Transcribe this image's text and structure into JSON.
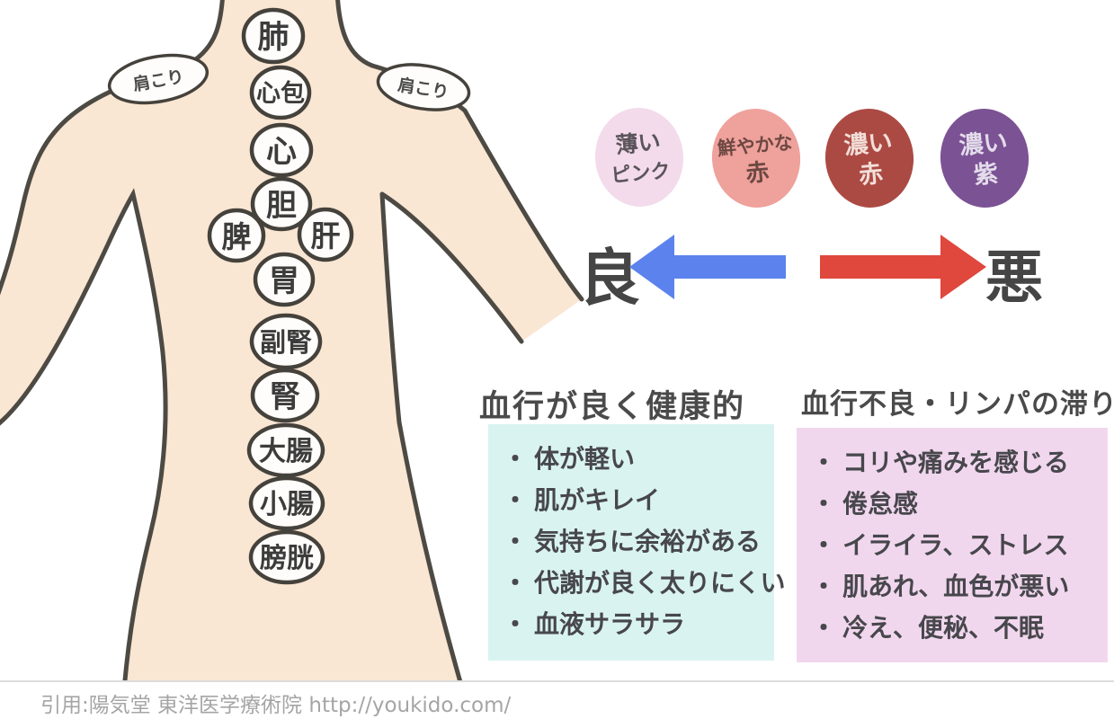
{
  "body_diagram": {
    "skin_color": "#f9e6d3",
    "outline_color": "#4d4a44",
    "shoulder_labels": [
      "肩こり",
      "肩こり"
    ],
    "organs": [
      "肺",
      "心包",
      "心",
      "胆",
      "脾",
      "肝",
      "胃",
      "副腎",
      "腎",
      "大腸",
      "小腸",
      "膀胱"
    ]
  },
  "color_scale": {
    "circles": [
      {
        "line1": "薄い",
        "line2": "ピンク",
        "fill": "#f3dbeb",
        "text_color": "#5b555b"
      },
      {
        "line1": "鮮やかな",
        "line2": "赤",
        "fill": "#efa19b",
        "text_color": "#6d4843"
      },
      {
        "line1": "濃い",
        "line2": "赤",
        "fill": "#ab4a43",
        "text_color": "#f2ded8"
      },
      {
        "line1": "濃い",
        "line2": "紫",
        "fill": "#7b5294",
        "text_color": "#e3dcea"
      }
    ],
    "good_label": "良",
    "bad_label": "悪",
    "good_arrow_color": "#5c82ee",
    "bad_arrow_color": "#e0473d"
  },
  "good_box": {
    "title": "血行が良く健康的",
    "bg": "#d9f3f1",
    "bullet": "・",
    "items": [
      "体が軽い",
      "肌がキレイ",
      "気持ちに余裕がある",
      "代謝が良く太りにくい",
      "血液サラサラ"
    ]
  },
  "bad_box": {
    "title": "血行不良・リンパの滞り",
    "bg": "#f1d7ee",
    "bullet": "・",
    "items": [
      "コリや痛みを感じる",
      "倦怠感",
      "イライラ、ストレス",
      "肌あれ、血色が悪い",
      "冷え、便秘、不眠"
    ]
  },
  "footer": {
    "citation": "引用:陽気堂 東洋医学療術院 http://youkido.com/"
  }
}
